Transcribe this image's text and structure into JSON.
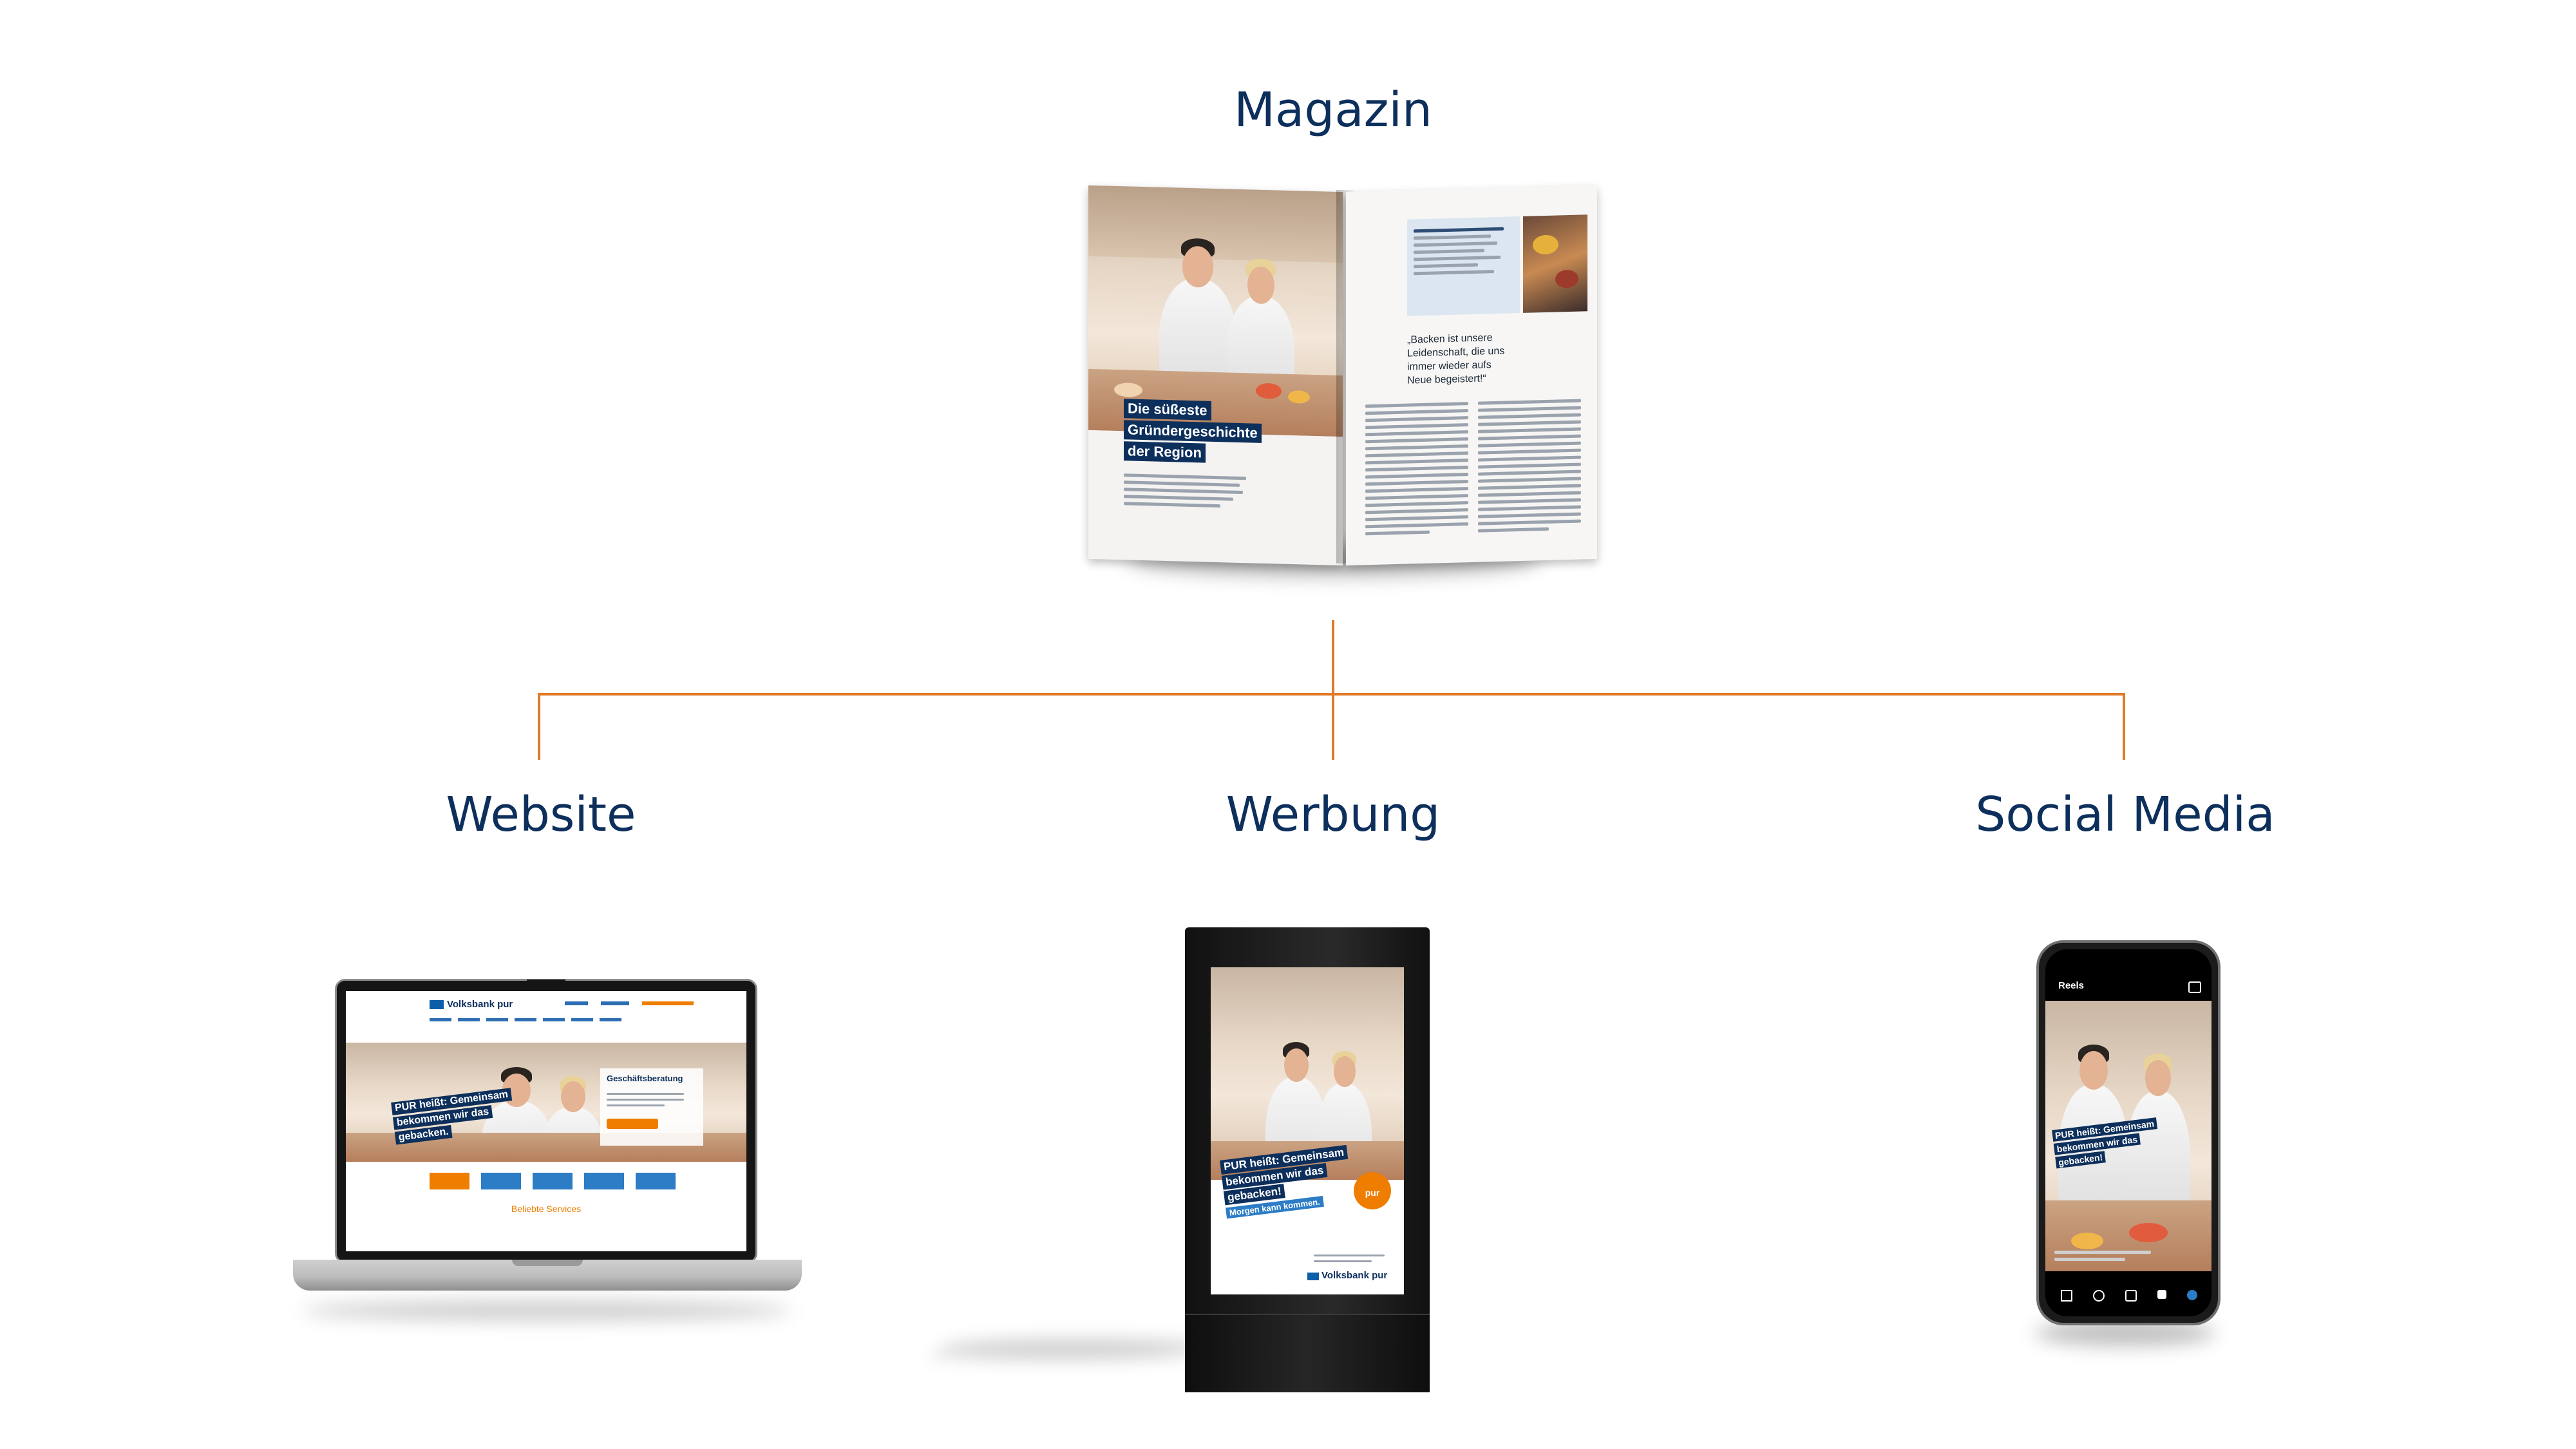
{
  "headings": {
    "magazin": "Magazin",
    "website": "Website",
    "werbung": "Werbung",
    "social": "Social Media"
  },
  "colors": {
    "heading": "#0d2f5c",
    "connector": "#e07b28",
    "brand_blue": "#0d2f5c",
    "brand_orange": "#ef7d00"
  },
  "magazine": {
    "headline": [
      "Die süßeste",
      "Gründergeschichte",
      "der Region"
    ],
    "quote": [
      "„Backen ist unsere",
      "Leidenschaft, die uns",
      "immer wieder aufs",
      "Neue begeistert!“"
    ]
  },
  "website": {
    "brand": "Volksbank pur",
    "headline": [
      "PUR heißt: Gemeinsam",
      "bekommen wir das",
      "gebacken."
    ],
    "side_title": "Geschäftsberatung",
    "section_title": "Beliebte Services"
  },
  "poster": {
    "headline": [
      "PUR heißt: Gemeinsam",
      "bekommen wir das",
      "gebacken!"
    ],
    "subline": "Morgen kann kommen.",
    "brand": "Volksbank pur",
    "badge": "pur"
  },
  "phone": {
    "tab": "Reels",
    "headline": [
      "PUR heißt: Gemeinsam",
      "bekommen wir das",
      "gebacken!"
    ]
  },
  "icons": [
    "connector-line",
    "laptop-icon",
    "advertising-pillar-icon",
    "smartphone-icon",
    "magazine-icon"
  ]
}
